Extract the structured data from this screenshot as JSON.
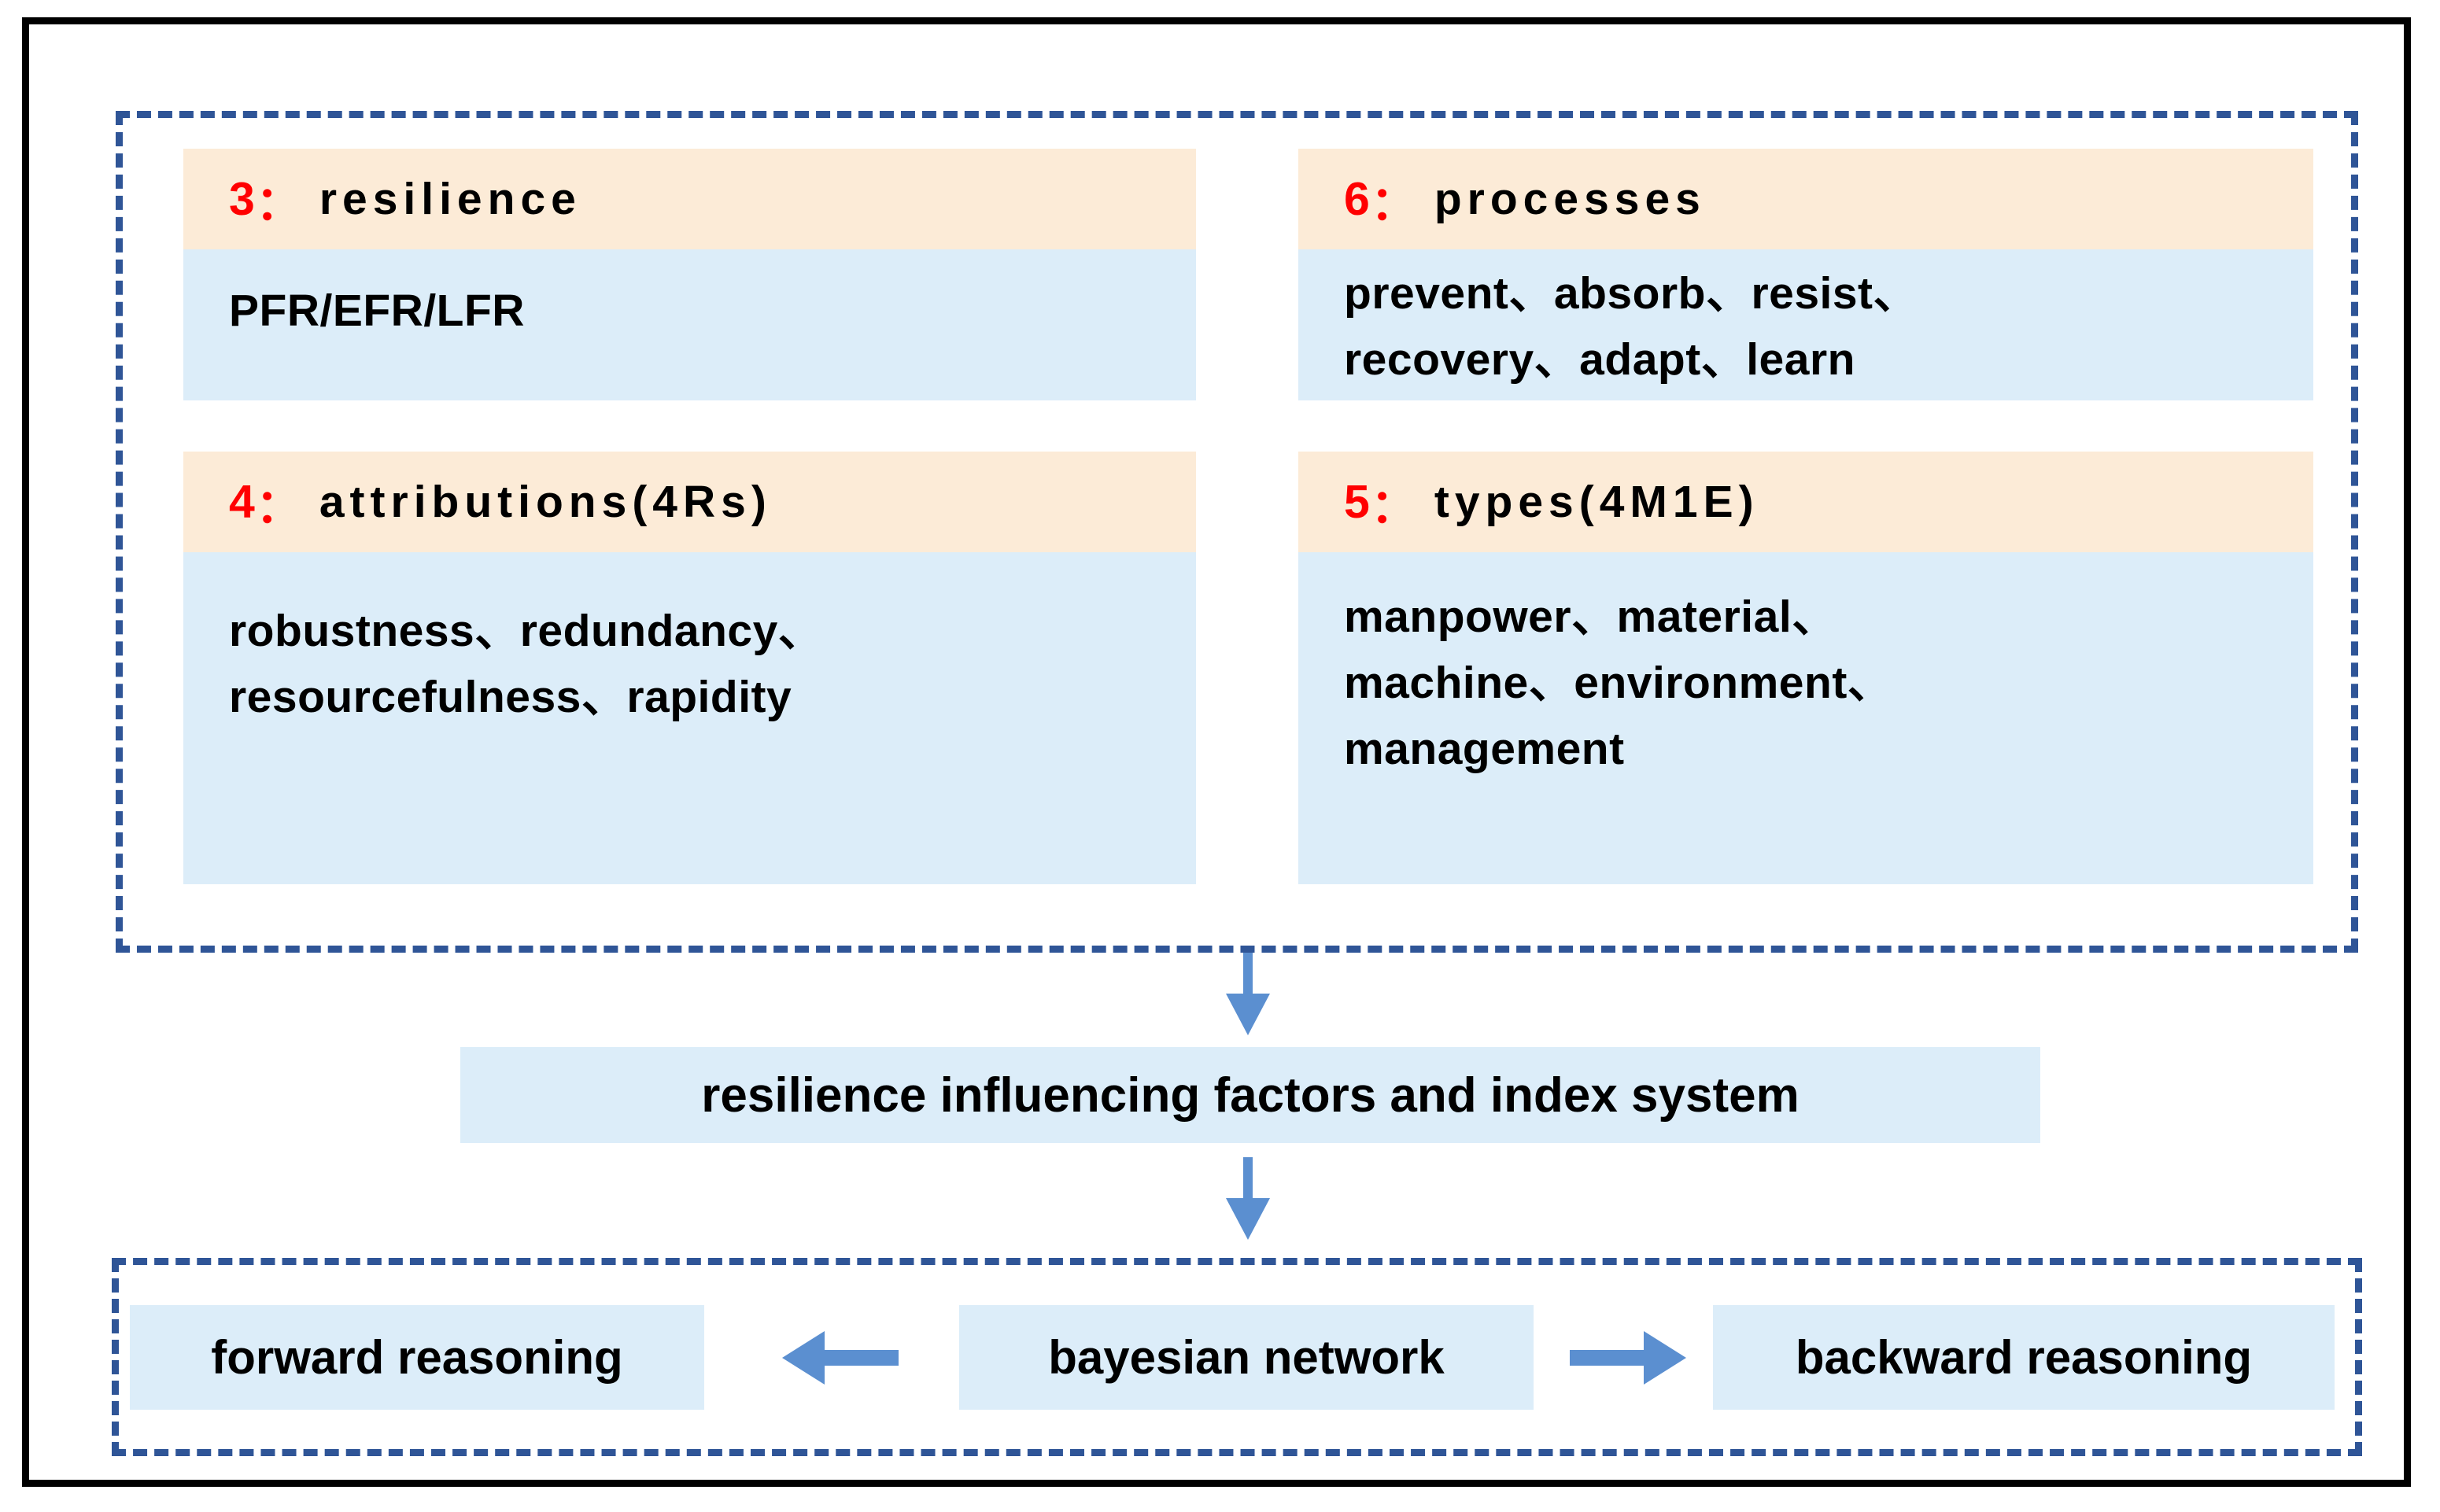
{
  "figure": {
    "frame_color": "#000000",
    "dashed_border_color": "#2F5597",
    "header_fill": "#FCEBD7",
    "body_fill": "#DCEDF9",
    "index_color": "#FF0000",
    "arrow_color": "#5B8FD0"
  },
  "factors_panel": {
    "cards": [
      {
        "index": "3",
        "colon": "：",
        "title": "resilience",
        "lines": [
          "PFR/EFR/LFR"
        ]
      },
      {
        "index": "6",
        "colon": "：",
        "title": "processes",
        "lines": [
          "prevent、absorb、resist、",
          "recovery、adapt、learn"
        ]
      },
      {
        "index": "4",
        "colon": "：",
        "title": "attributions(4Rs)",
        "lines": [
          "robustness、redundancy、",
          "resourcefulness、rapidity"
        ]
      },
      {
        "index": "5",
        "colon": "：",
        "title": "types(4M1E)",
        "lines": [
          "manpower、material、",
          "machine、environment、",
          "management"
        ]
      }
    ]
  },
  "summary": {
    "label": "resilience influencing factors and index system"
  },
  "reasoning_panel": {
    "forward": "forward reasoning",
    "bayesian": "bayesian network",
    "backward": "backward reasoning"
  },
  "arrows": {
    "down_to_summary": "arrow-down",
    "down_to_reasoning": "arrow-down",
    "to_forward": "arrow-left",
    "to_backward": "arrow-right"
  }
}
